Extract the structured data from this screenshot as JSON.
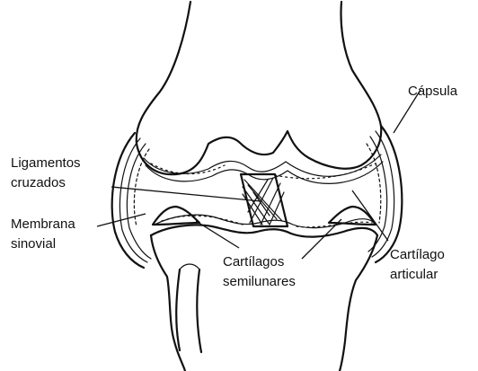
{
  "labels": {
    "capsula": "Cápsula",
    "ligamentos_line1": "Ligamentos",
    "ligamentos_line2": "cruzados",
    "membrana_line1": "Membrana",
    "membrana_line2": "sinovial",
    "cartilagos_line1": "Cartílagos",
    "cartilagos_line2": "semilunares",
    "cartilago_line1": "Cartílago",
    "cartilago_line2": "articular"
  },
  "colors": {
    "ink": "#111111",
    "background": "#ffffff"
  }
}
